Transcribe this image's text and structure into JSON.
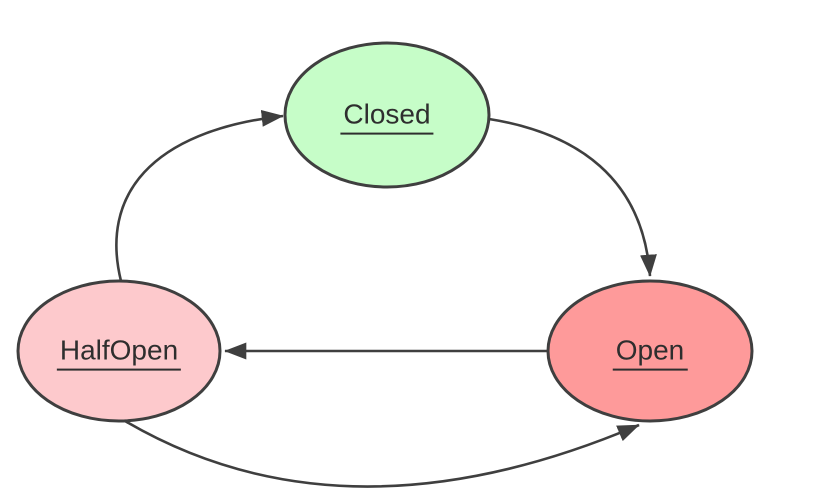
{
  "diagram": {
    "type": "state-diagram",
    "colors": {
      "background": "#ffffff",
      "stroke": "#3f3f3f",
      "text": "#2e2e2e"
    },
    "nodes": [
      {
        "id": "closed",
        "label": "Closed",
        "fill": "#c6fdc8"
      },
      {
        "id": "halfopen",
        "label": "HalfOpen",
        "fill": "#fdc9cc"
      },
      {
        "id": "open",
        "label": "Open",
        "fill": "#fe9a9a"
      }
    ],
    "edges": [
      {
        "from": "HalfOpen",
        "to": "Closed"
      },
      {
        "from": "Closed",
        "to": "Open"
      },
      {
        "from": "Open",
        "to": "HalfOpen"
      },
      {
        "from": "HalfOpen",
        "to": "Open"
      }
    ]
  }
}
